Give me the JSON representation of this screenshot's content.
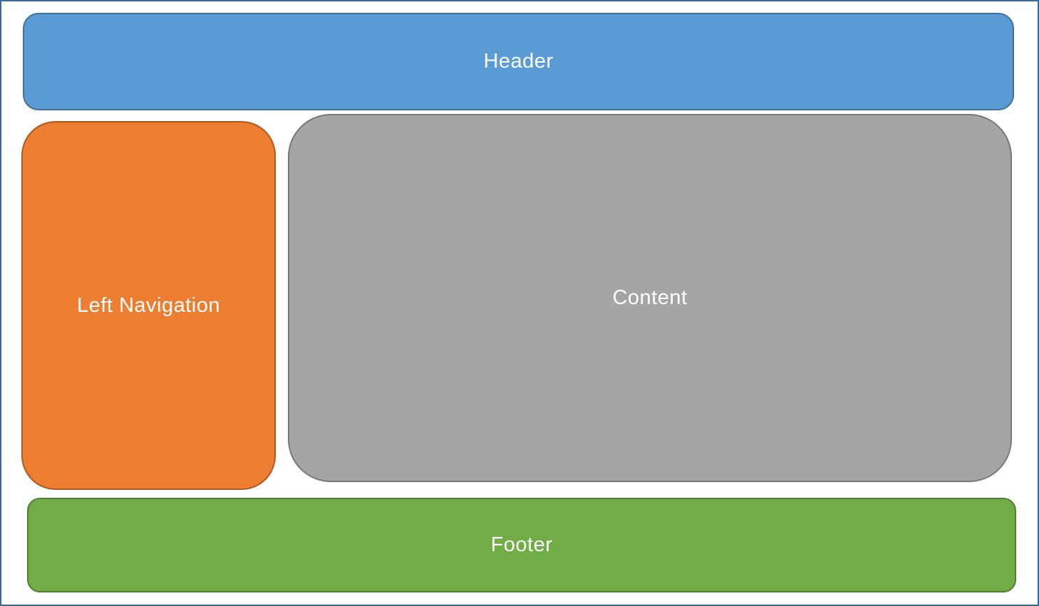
{
  "diagram": {
    "type": "layout-wireframe",
    "background_color": "#FFFFFF",
    "frame_border_color": "#3E6896",
    "label_text_color": "#FFFFFF",
    "regions": [
      {
        "id": "header",
        "label": "Header",
        "fill": "#5B9BD5",
        "stroke": "#41719C"
      },
      {
        "id": "left-navigation",
        "label": "Left Navigation",
        "fill": "#ED7D31",
        "stroke": "#AE5A21"
      },
      {
        "id": "content",
        "label": "Content",
        "fill": "#A5A5A5",
        "stroke": "#787878"
      },
      {
        "id": "footer",
        "label": "Footer",
        "fill": "#70AD47",
        "stroke": "#507E32"
      }
    ]
  }
}
